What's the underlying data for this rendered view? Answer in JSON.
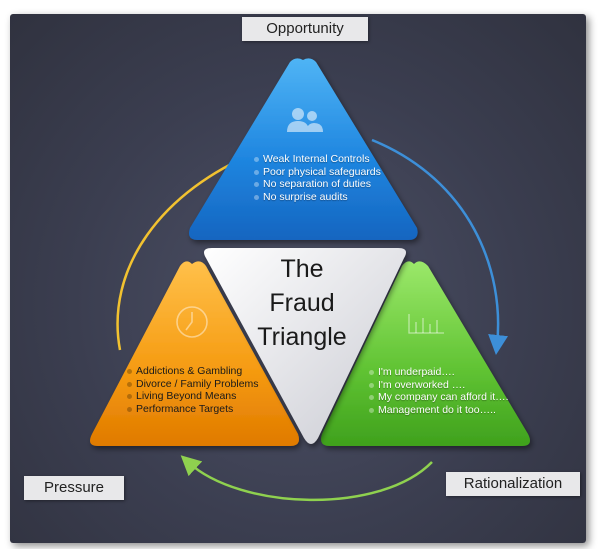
{
  "labels": {
    "top": "Opportunity",
    "left": "Pressure",
    "right": "Rationalization"
  },
  "center": [
    "The",
    "Fraud",
    "Triangle"
  ],
  "opportunity_items": [
    "Weak Internal Controls",
    "Poor physical safeguards",
    "No separation of duties",
    "No surprise audits"
  ],
  "pressure_items": [
    "Addictions & Gambling",
    "Divorce / Family Problems",
    "Living Beyond Means",
    "Performance Targets"
  ],
  "rationalization_items": [
    "I'm underpaid….",
    "I'm overworked ….",
    "My company can afford it….",
    "Management do it too….."
  ],
  "icons": {
    "top": "people-icon",
    "left": "clock-icon",
    "right": "bar-chart-icon"
  },
  "colors": {
    "background": "#3b3e50",
    "opportunity": "#1e88e5",
    "pressure": "#f59d10",
    "rationalization": "#5fc232",
    "center": "#e4e4e8",
    "arrow_left": "#f2c230",
    "arrow_right": "#3d8fd8",
    "arrow_bottom": "#8fd14f"
  }
}
